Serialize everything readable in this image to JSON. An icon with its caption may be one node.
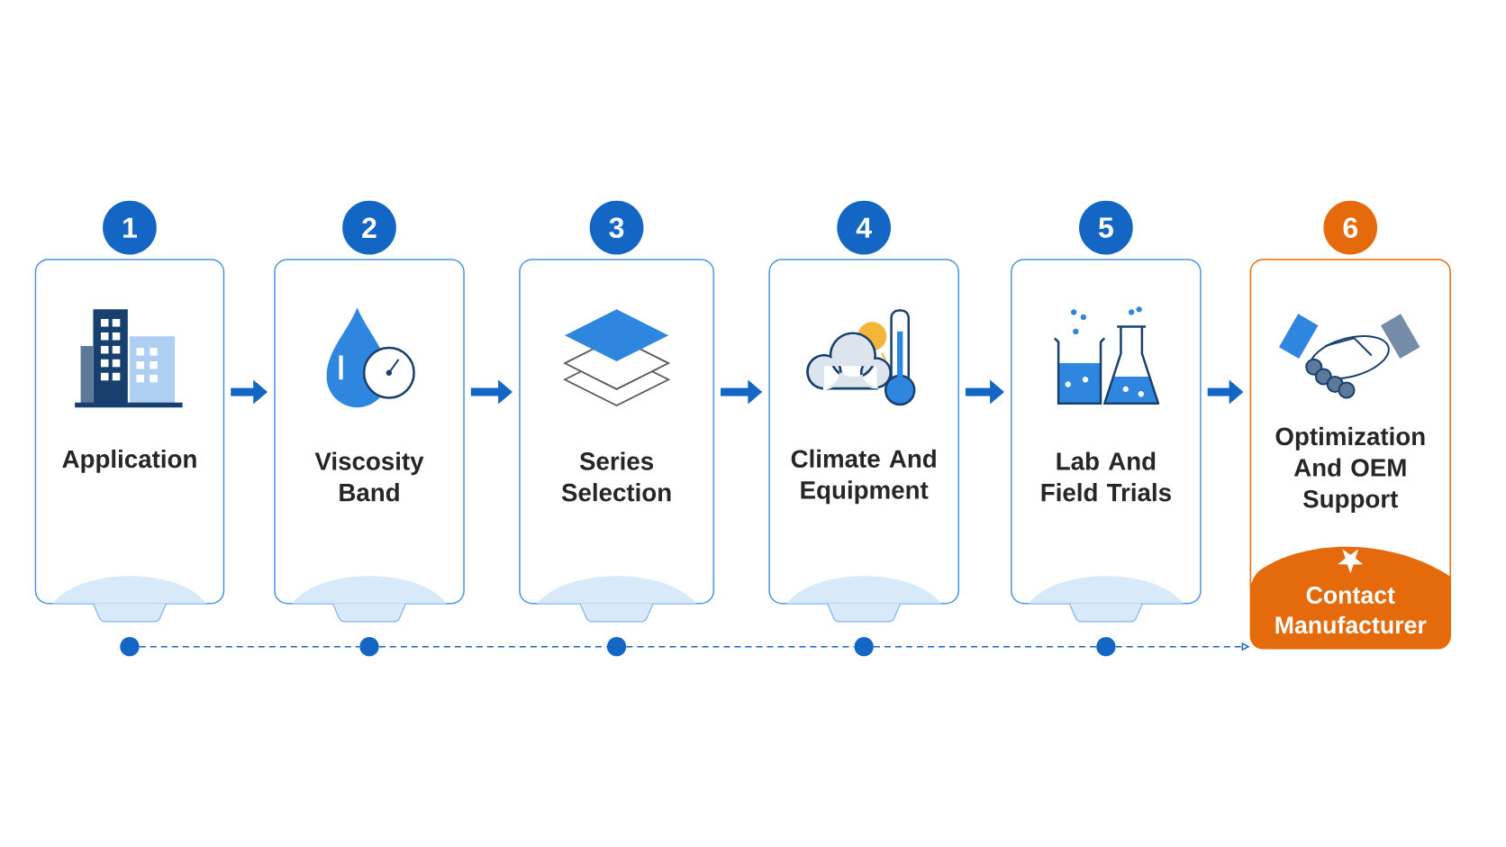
{
  "diagram": {
    "nodes": [
      {
        "text": [
          "1",
          "Application"
        ]
      },
      {
        "text": [
          "2",
          "Viscosity Band"
        ]
      },
      {
        "text": [
          "3",
          "Series Selection"
        ]
      },
      {
        "text": [
          "4",
          "Climate And Equipment"
        ]
      },
      {
        "text": [
          "5",
          "Lab And Field Trials"
        ]
      },
      {
        "text": [
          "6",
          "Optimization And OEM Support",
          "Contact Manufacturer"
        ]
      },
      {
        "text": [],
        "shape": "circle"
      },
      {
        "text": [],
        "shape": "circle"
      },
      {
        "text": [],
        "shape": "circle"
      },
      {
        "text": [],
        "shape": "circle"
      },
      {
        "text": [],
        "shape": "circle"
      }
    ],
    "edges": [
      {
        "from": 0,
        "to": 1,
        "arrow": "to",
        "style": "thick"
      },
      {
        "from": 1,
        "to": 2,
        "arrow": "to",
        "style": "thick"
      },
      {
        "from": 2,
        "to": 3,
        "arrow": "to",
        "style": "thick"
      },
      {
        "from": 3,
        "to": 4,
        "arrow": "to",
        "style": "thick"
      },
      {
        "from": 4,
        "to": 5,
        "arrow": "to",
        "style": "thick"
      },
      {
        "from": 6,
        "to": 7,
        "arrow": "none",
        "style": "dashed"
      },
      {
        "from": 7,
        "to": 8,
        "arrow": "none",
        "style": "dashed"
      },
      {
        "from": 8,
        "to": 9,
        "arrow": "none",
        "style": "dashed"
      },
      {
        "from": 9,
        "to": 10,
        "arrow": "none",
        "style": "dashed"
      },
      {
        "from": 10,
        "to": 5,
        "arrow": "to",
        "style": "dashed"
      }
    ]
  }
}
